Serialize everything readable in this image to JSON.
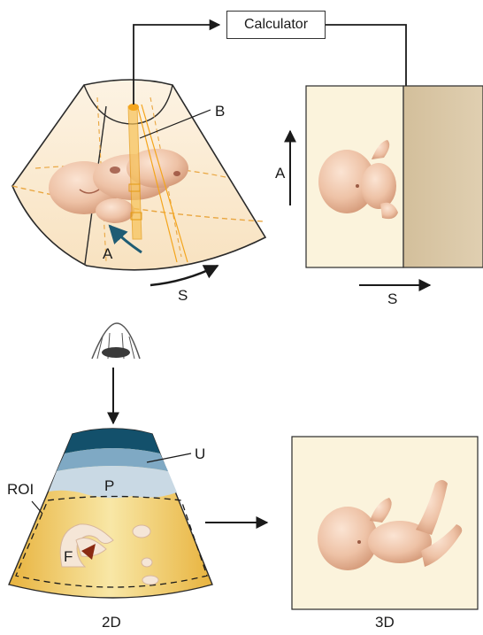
{
  "calculator_label": "Calculator",
  "labels": {
    "b": "B",
    "a_left": "A",
    "s_left": "S",
    "a_right": "A",
    "s_right": "S",
    "u": "U",
    "p": "P",
    "roi": "ROI",
    "f": "F",
    "caption_2d": "2D",
    "caption_3d": "3D"
  },
  "colors": {
    "fan_fill": "#fbedd6",
    "beam_orange": "#f4a51c",
    "dashed_orange": "#e9a640",
    "panel_cream": "#fbf3dc",
    "panel_tan": "#d9c7a7",
    "fetus_skin": "#f0cbb3",
    "scan_dark_blue": "#13506b",
    "scan_mid_blue": "#7fa9c4",
    "scan_light_blue": "#c9d9e4",
    "scan_yellow": "#f1cf6d",
    "arrow_teal": "#1f5c74"
  }
}
